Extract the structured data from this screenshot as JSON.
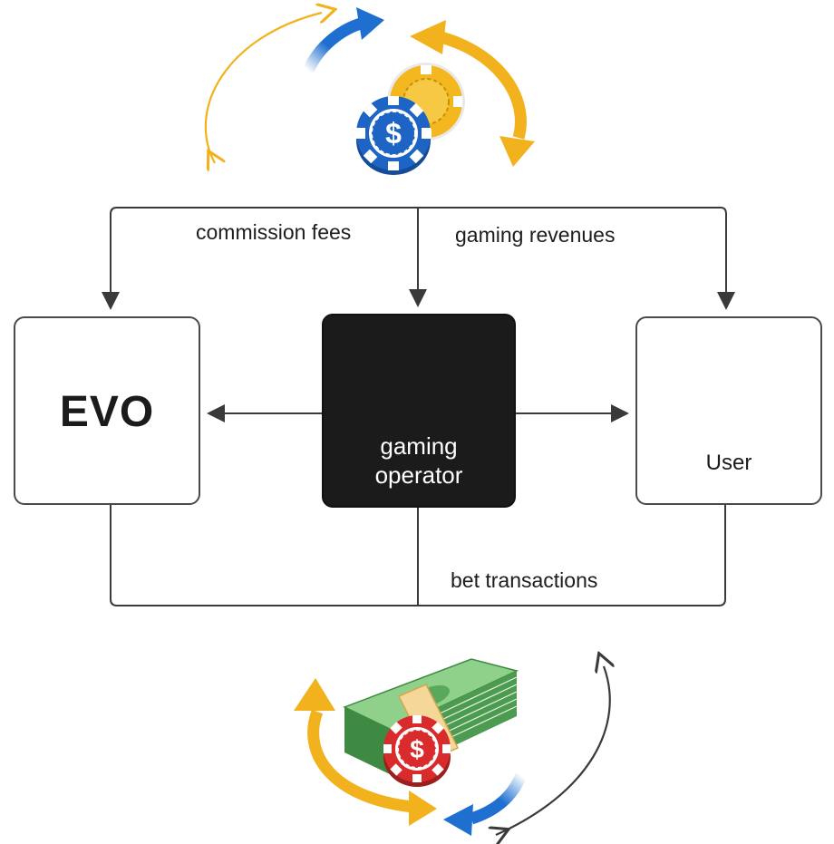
{
  "nodes": {
    "evo": {
      "label": "EVO"
    },
    "operator": {
      "label": "gaming\noperator"
    },
    "user": {
      "label": "User"
    }
  },
  "edges": {
    "commission_fees": "commission fees",
    "gaming_revenues": "gaming revenues",
    "bet_transactions": "bet transactions"
  },
  "icons": {
    "top": "casino-chips-exchange-icon",
    "operator": "casino-chip-icon",
    "user": "user-silhouette-icon",
    "bottom": "cash-stack-with-chip-icon"
  },
  "colors": {
    "operator_bg": "#1b1b1b",
    "arrow_blue": "#1f6fd1",
    "arrow_gold": "#f2b21e",
    "chip_blue": "#1d64c4",
    "chip_gold": "#f3b720",
    "chip_red": "#d92b2b",
    "cash_green": "#5aa85c"
  }
}
